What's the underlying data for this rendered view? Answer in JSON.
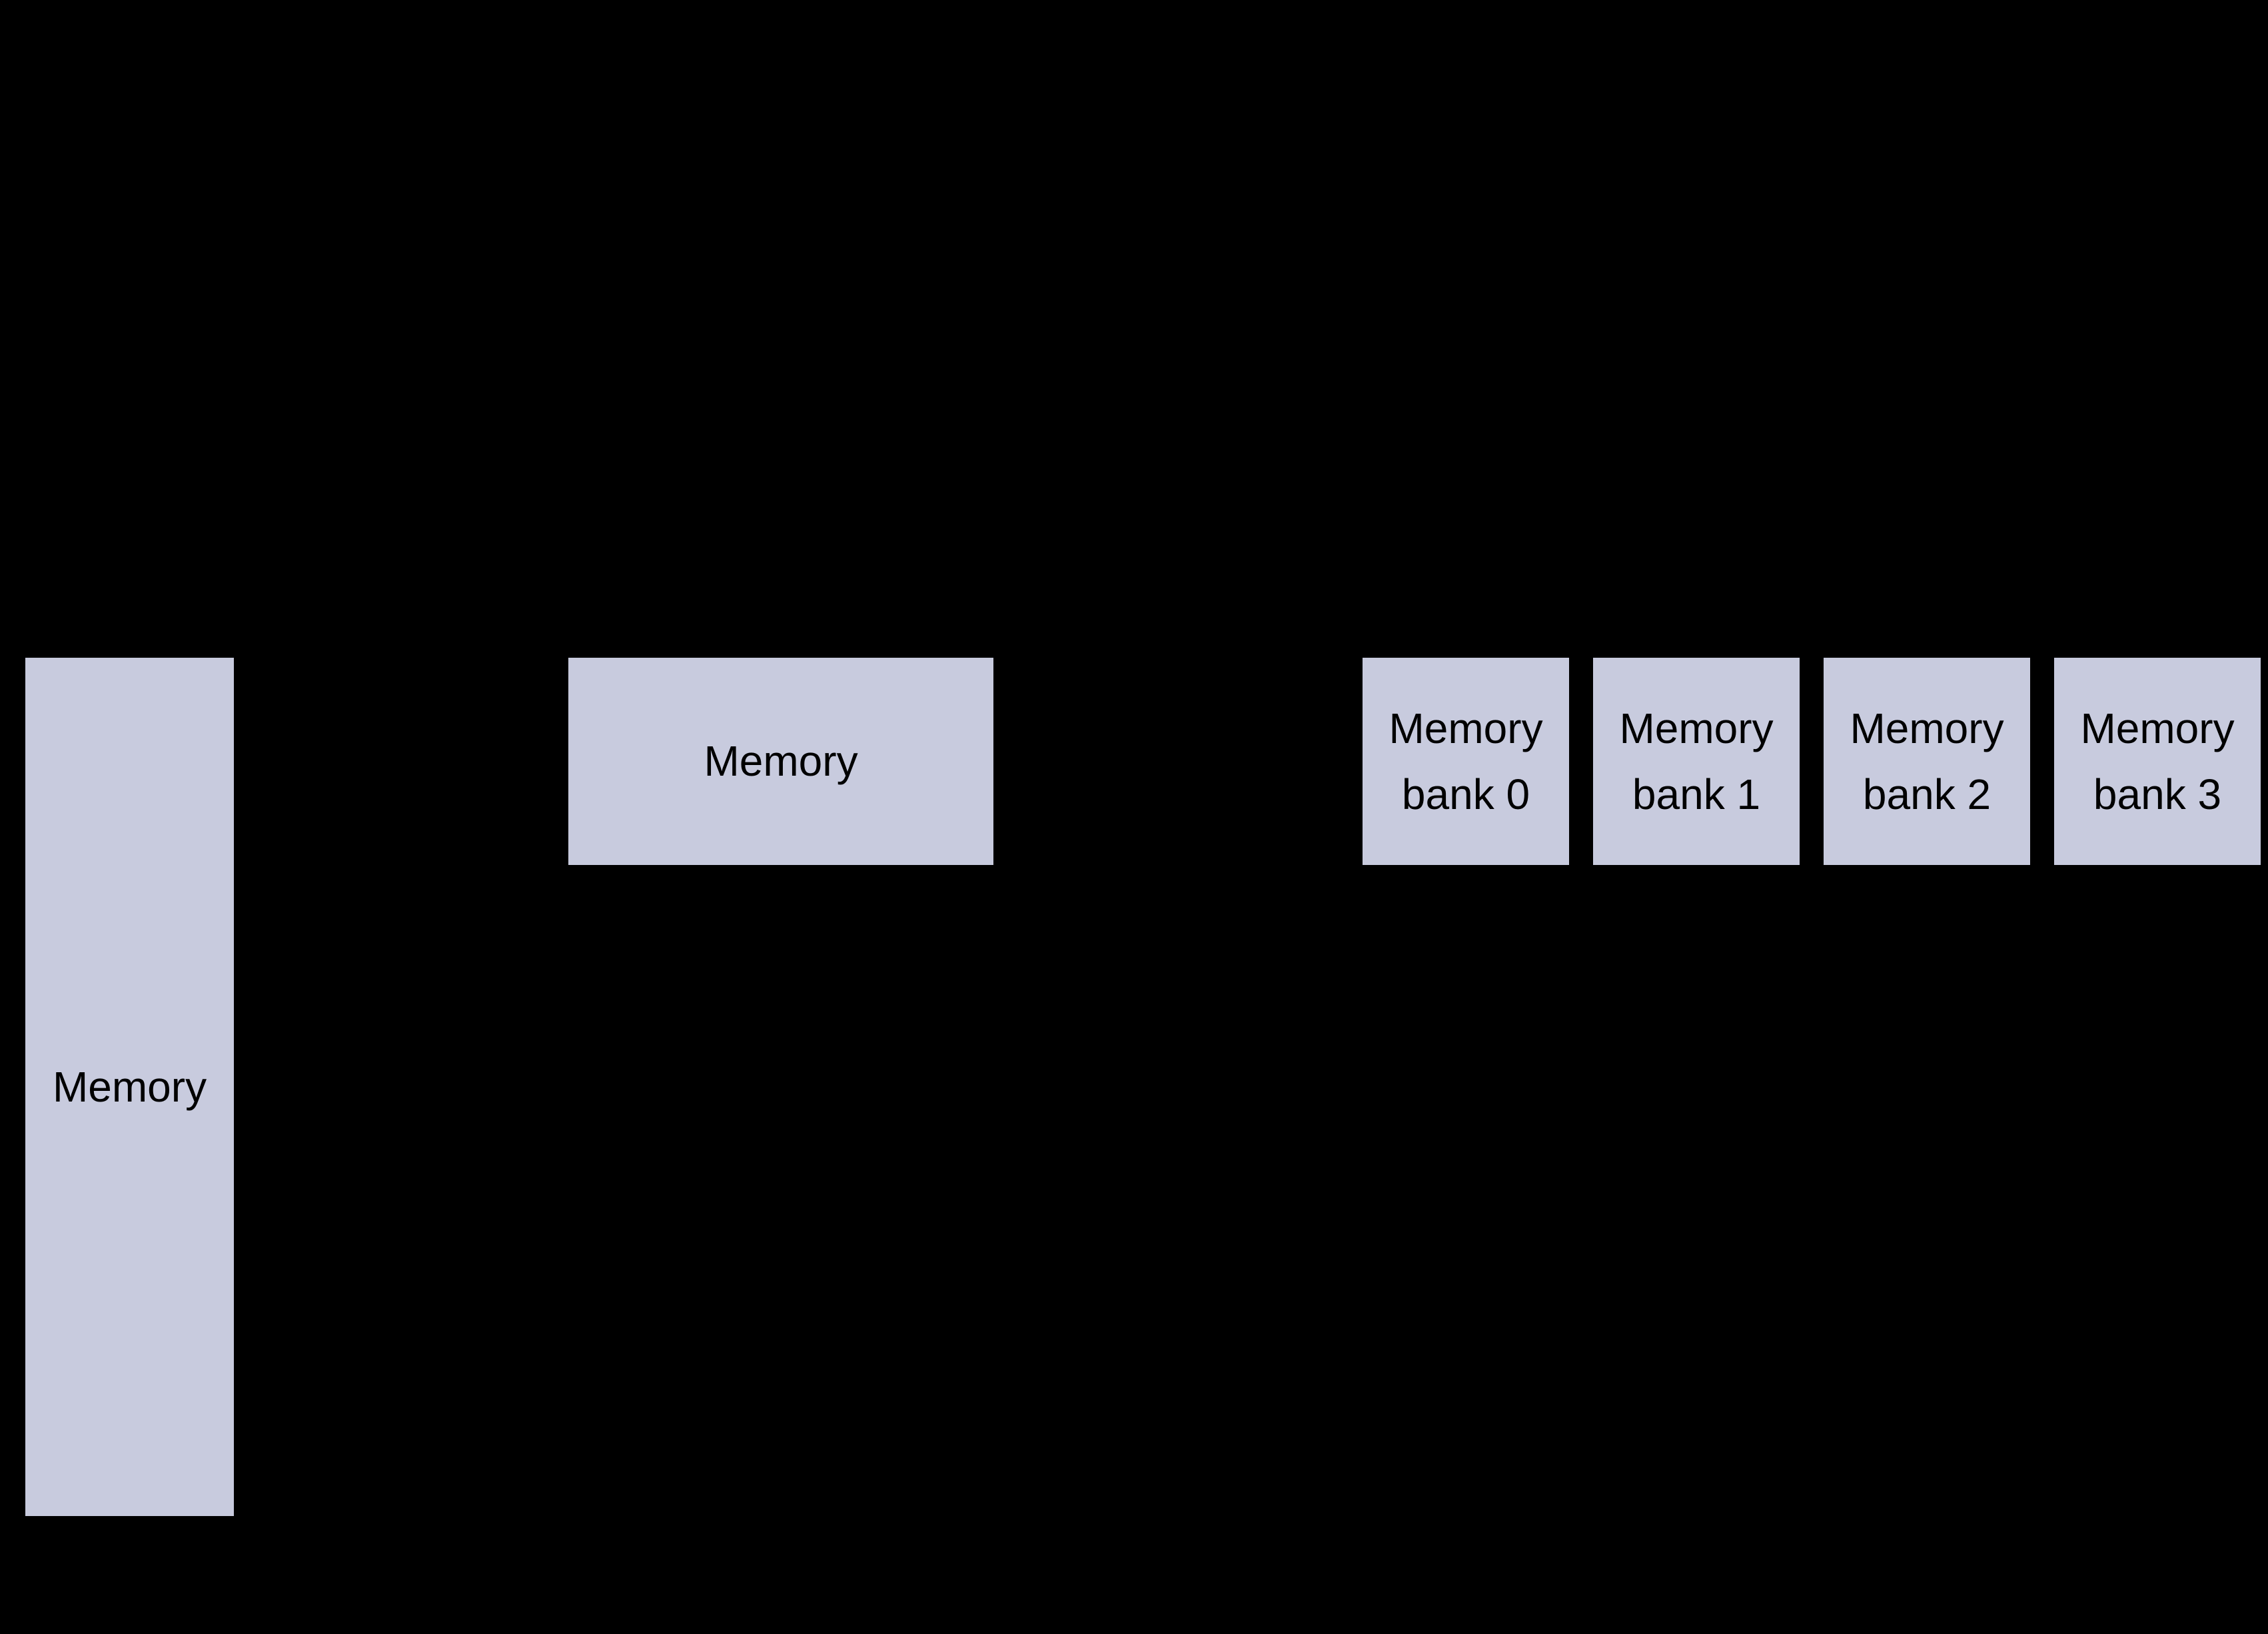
{
  "colors": {
    "background": "#000000",
    "box-fill": "#c8cbde",
    "box-border": "#000000",
    "box-text": "#000000"
  },
  "boxes": {
    "memory_vertical": {
      "label": "Memory"
    },
    "memory_horizontal": {
      "label": "Memory"
    },
    "memory_banks": [
      {
        "line1": "Memory",
        "line2": "bank 0"
      },
      {
        "line1": "Memory",
        "line2": "bank 1"
      },
      {
        "line1": "Memory",
        "line2": "bank 2"
      },
      {
        "line1": "Memory",
        "line2": "bank 3"
      }
    ]
  }
}
